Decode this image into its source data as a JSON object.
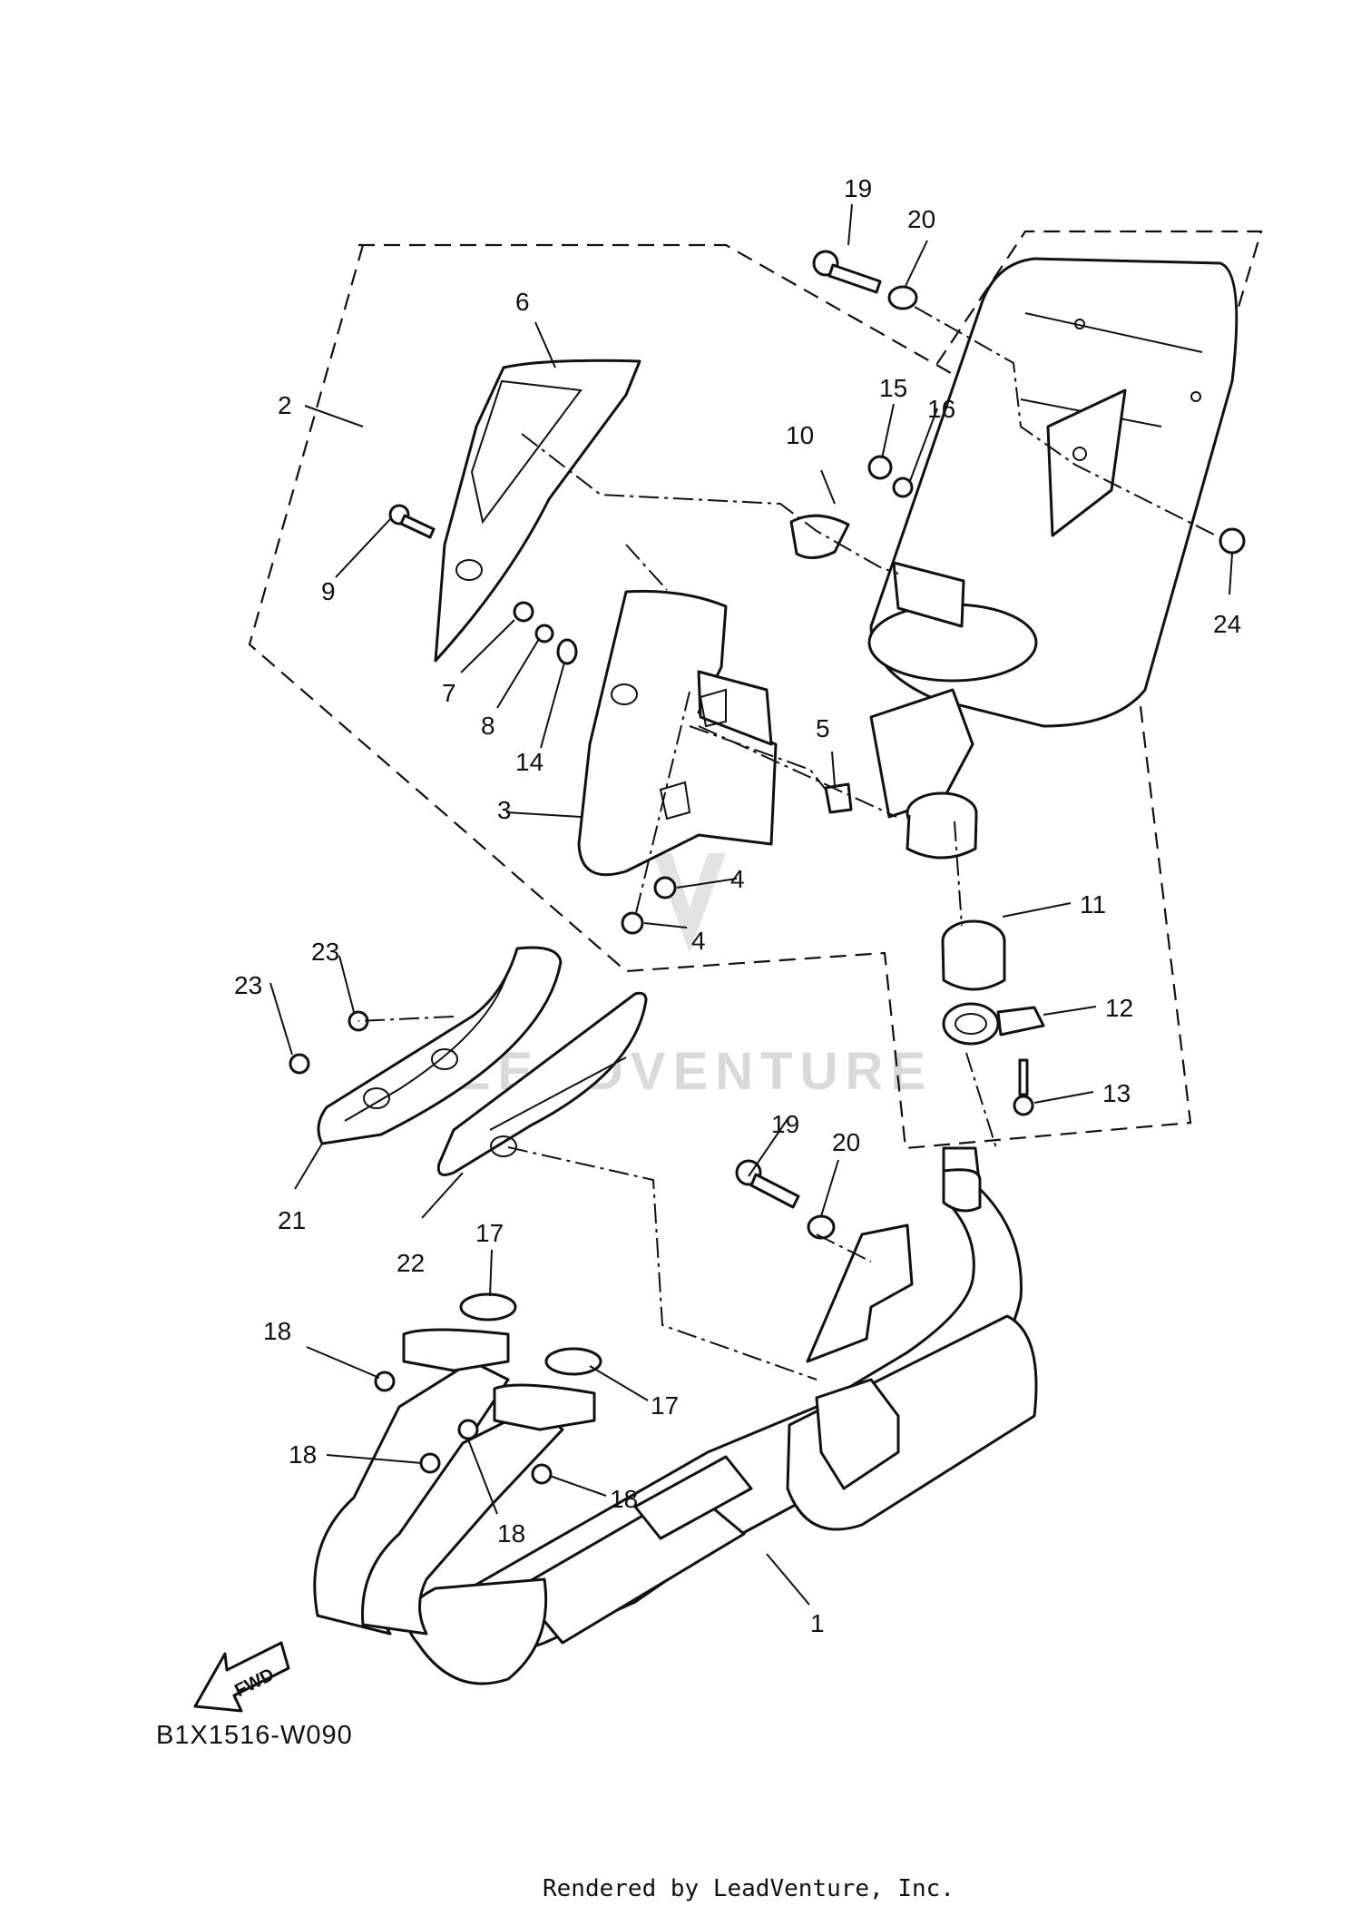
{
  "diagram": {
    "drawing_code": "B1X1516-W090",
    "credit": "Rendered by LeadVenture, Inc.",
    "watermark": "LEADVENTURE",
    "fwd_label": "FWD",
    "callouts": {
      "c1": "1",
      "c2": "2",
      "c3": "3",
      "c4a": "4",
      "c4b": "4",
      "c5": "5",
      "c6": "6",
      "c7": "7",
      "c8": "8",
      "c9": "9",
      "c10": "10",
      "c11": "11",
      "c12": "12",
      "c13": "13",
      "c14": "14",
      "c15": "15",
      "c16": "16",
      "c17a": "17",
      "c17b": "17",
      "c18a": "18",
      "c18b": "18",
      "c18c": "18",
      "c18d": "18",
      "c19a": "19",
      "c19b": "19",
      "c20a": "20",
      "c20b": "20",
      "c21": "21",
      "c22": "22",
      "c23a": "23",
      "c23b": "23",
      "c24": "24"
    }
  }
}
